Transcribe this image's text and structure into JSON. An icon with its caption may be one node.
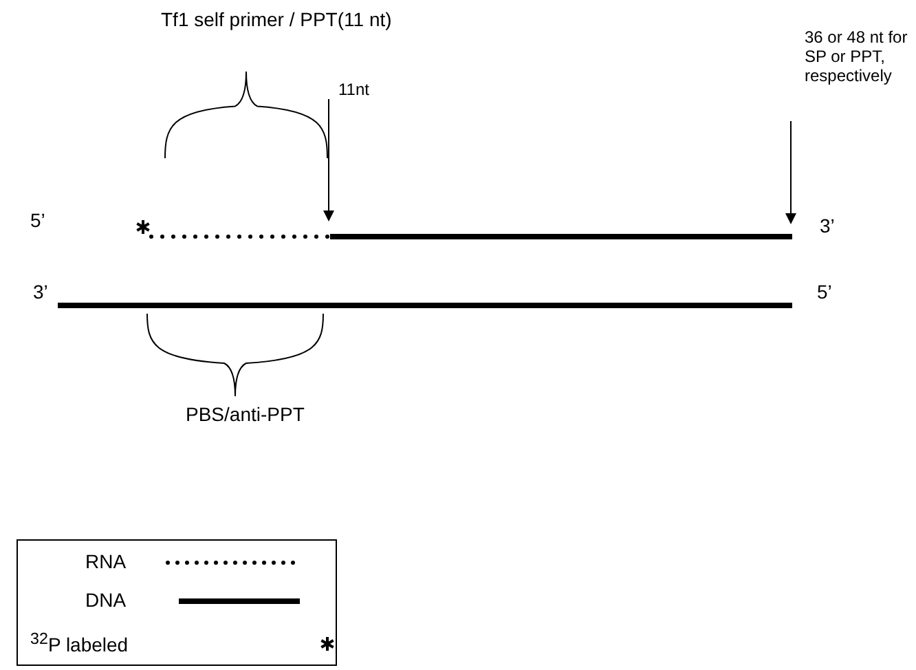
{
  "diagram": {
    "nodes": [
      {
        "text": [
          "11nt"
        ]
      },
      {
        "text": [
          "36 or 48 nt for SP or PPT, respectively"
        ]
      }
    ],
    "edges": [
      {
        "from": 0,
        "to": null,
        "arrow": "to"
      },
      {
        "from": 1,
        "to": null,
        "arrow": "to"
      }
    ],
    "labels": [
      "Tf1 self primer / PPT(11 nt)",
      "5’",
      "3’",
      "3’",
      "5’",
      "PBS/anti-PPT"
    ],
    "legend": [
      {
        "text": "RNA"
      },
      {
        "text": "DNA"
      },
      {
        "text": "$^{32}$P labeled"
      }
    ]
  }
}
